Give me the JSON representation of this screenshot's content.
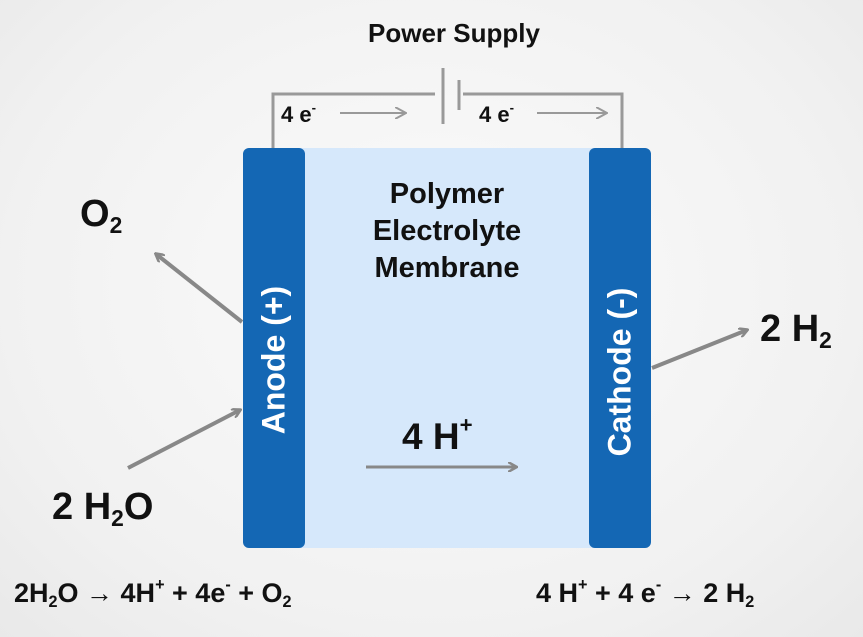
{
  "power_supply": "Power Supply",
  "electron_left": "4 e",
  "electron_right": "4 e",
  "electron_charge": "-",
  "membrane": {
    "line1": "Polymer",
    "line2": "Electrolyte",
    "line3": "Membrane"
  },
  "anode_label": "Anode (+)",
  "cathode_label": "Cathode (-)",
  "oxygen": {
    "symbol": "O",
    "sub": "2"
  },
  "hydrogen": {
    "prefix": "2 H",
    "sub": "2"
  },
  "water": {
    "prefix": "2 H",
    "sub": "2",
    "suffix": "O"
  },
  "proton": {
    "text": "4 H",
    "sup": "+"
  },
  "anode_equation": {
    "a": "2H",
    "a_sub": "2",
    "b": "O → 4H",
    "b_sup": "+",
    "c": " + 4e",
    "c_sup": "-",
    "d": " + O",
    "d_sub": "2"
  },
  "cathode_equation": {
    "a": "4 H",
    "a_sup": "+",
    "b": " + 4 e",
    "b_sup": "-",
    "c": " →  2 H",
    "c_sub": "2"
  },
  "colors": {
    "electrode": "#1467b4",
    "membrane": "#d6e8fb",
    "arrow": "#888888",
    "wire": "#999999"
  }
}
